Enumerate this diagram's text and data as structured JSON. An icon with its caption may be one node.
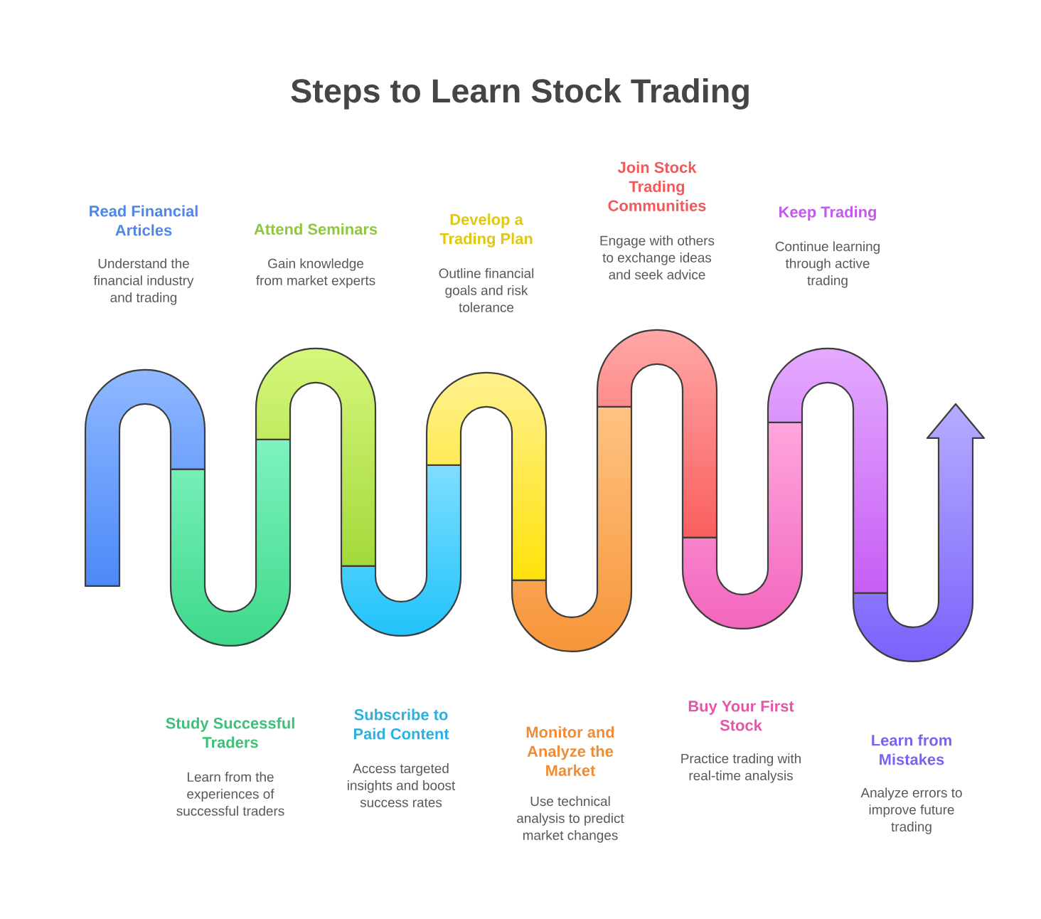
{
  "diagram": {
    "title": "Steps to Learn Stock Trading",
    "labels": [
      "Read Financial Articles",
      "Understand the financial industry and trading",
      "Study Successful Traders",
      "Learn from the experiences of successful traders",
      "Attend Seminars",
      "Gain knowledge from market experts",
      "Subscribe to Paid Content",
      "Access targeted insights and boost success rates",
      "Develop a Trading Plan",
      "Outline financial goals and risk tolerance",
      "Monitor and Analyze the Market",
      "Use technical analysis to predict market changes",
      "Join Stock Trading Communities",
      "Engage with others to exchange ideas and seek advice",
      "Buy Your First Stock",
      "Practice trading with real-time analysis",
      "Keep Trading",
      "Continue learning through active trading",
      "Learn from Mistakes",
      "Analyze errors to improve future trading"
    ]
  }
}
